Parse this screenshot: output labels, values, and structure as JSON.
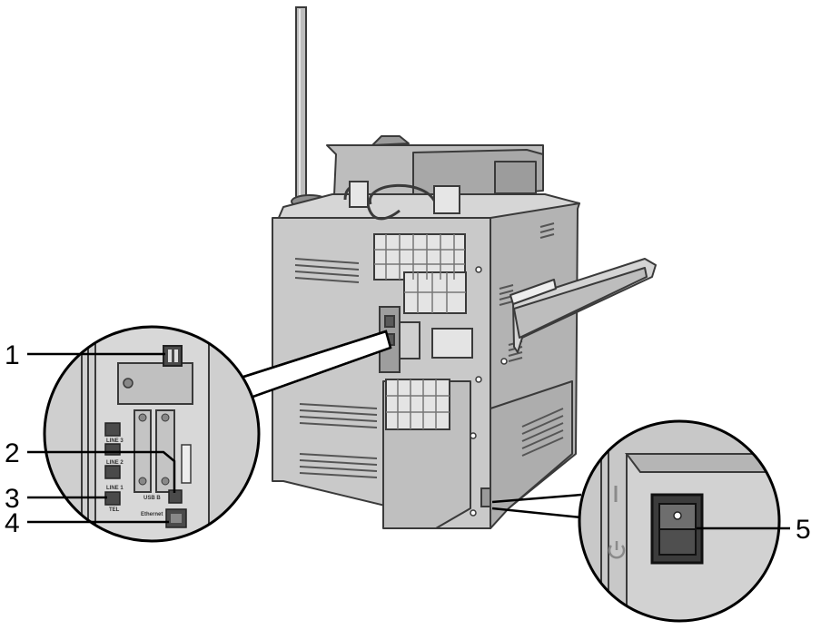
{
  "callouts": [
    {
      "label": "1"
    },
    {
      "label": "2"
    },
    {
      "label": "3"
    },
    {
      "label": "4"
    },
    {
      "label": "5"
    }
  ],
  "port_labels": {
    "line3": "LINE 3",
    "line2": "LINE 2",
    "line1": "LINE 1",
    "tel": "TEL",
    "usb_b": "USB B",
    "ethernet": "Ethernet"
  },
  "colors": {
    "body_fill": "#c6c6c6",
    "body_dark": "#a9a9a9",
    "body_light": "#dcdcdc",
    "outline": "#3a3a3a",
    "leader": "#000000"
  }
}
